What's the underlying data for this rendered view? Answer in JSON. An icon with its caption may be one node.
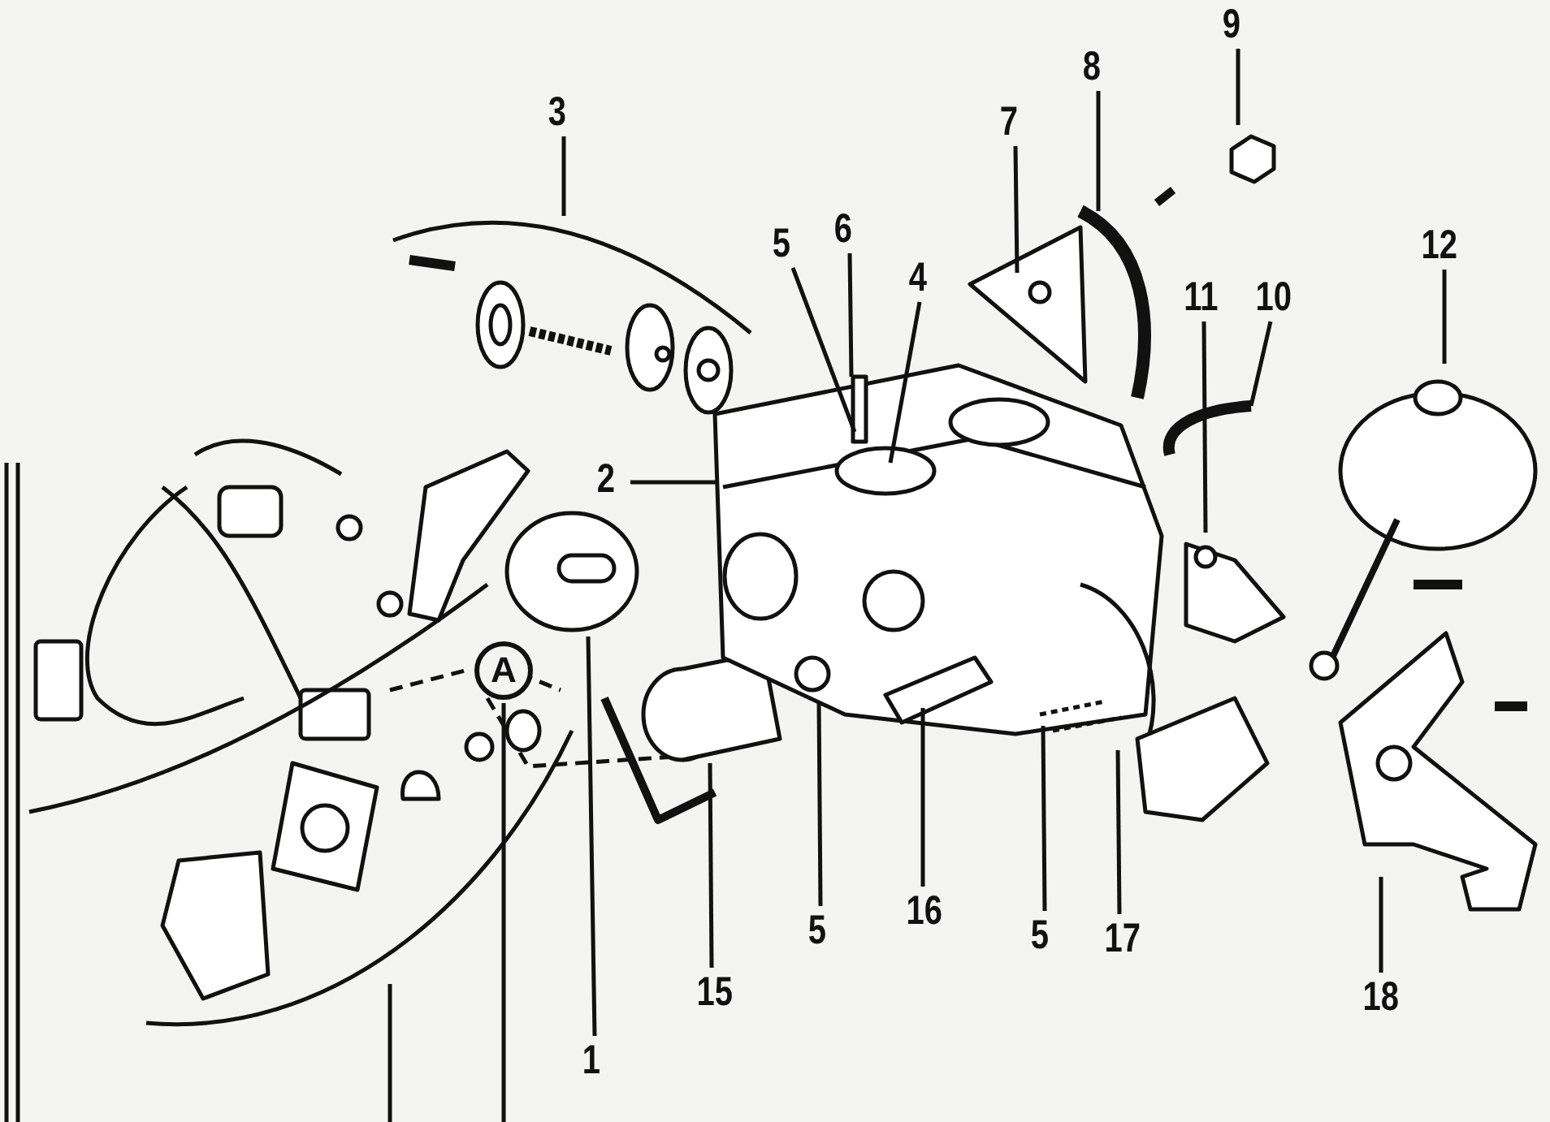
{
  "diagram": {
    "nodes": [
      {
        "text": [
          "3"
        ]
      },
      {
        "text": [
          "5"
        ]
      },
      {
        "text": [
          "6"
        ]
      },
      {
        "text": [
          "4"
        ]
      },
      {
        "text": [
          "7"
        ]
      },
      {
        "text": [
          "8"
        ]
      },
      {
        "text": [
          "9"
        ]
      },
      {
        "text": [
          "12"
        ]
      },
      {
        "text": [
          "11"
        ]
      },
      {
        "text": [
          "10"
        ]
      },
      {
        "text": [
          "2"
        ]
      },
      {
        "text": [
          "A"
        ]
      },
      {
        "text": [
          "5"
        ]
      },
      {
        "text": [
          "16"
        ]
      },
      {
        "text": [
          "5"
        ]
      },
      {
        "text": [
          "17"
        ]
      },
      {
        "text": [
          "15"
        ]
      },
      {
        "text": [
          "18"
        ]
      },
      {
        "text": [
          "1"
        ]
      }
    ],
    "edges": [
      {
        "from": 0,
        "to": null,
        "arrow": "none"
      },
      {
        "from": 1,
        "to": null,
        "arrow": "none"
      },
      {
        "from": 2,
        "to": null,
        "arrow": "none"
      },
      {
        "from": 3,
        "to": null,
        "arrow": "none"
      },
      {
        "from": 4,
        "to": null,
        "arrow": "none"
      },
      {
        "from": 5,
        "to": null,
        "arrow": "none"
      },
      {
        "from": 6,
        "to": null,
        "arrow": "none"
      },
      {
        "from": 7,
        "to": null,
        "arrow": "none"
      },
      {
        "from": 8,
        "to": null,
        "arrow": "none"
      },
      {
        "from": 9,
        "to": null,
        "arrow": "none"
      },
      {
        "from": 10,
        "to": null,
        "arrow": "none"
      },
      {
        "from": 11,
        "to": null,
        "arrow": "none"
      },
      {
        "from": 12,
        "to": null,
        "arrow": "none"
      },
      {
        "from": 13,
        "to": null,
        "arrow": "none"
      },
      {
        "from": 14,
        "to": null,
        "arrow": "none"
      },
      {
        "from": 15,
        "to": null,
        "arrow": "none"
      },
      {
        "from": 16,
        "to": null,
        "arrow": "none"
      },
      {
        "from": 17,
        "to": null,
        "arrow": "none"
      },
      {
        "from": 18,
        "to": null,
        "arrow": "none"
      }
    ]
  }
}
